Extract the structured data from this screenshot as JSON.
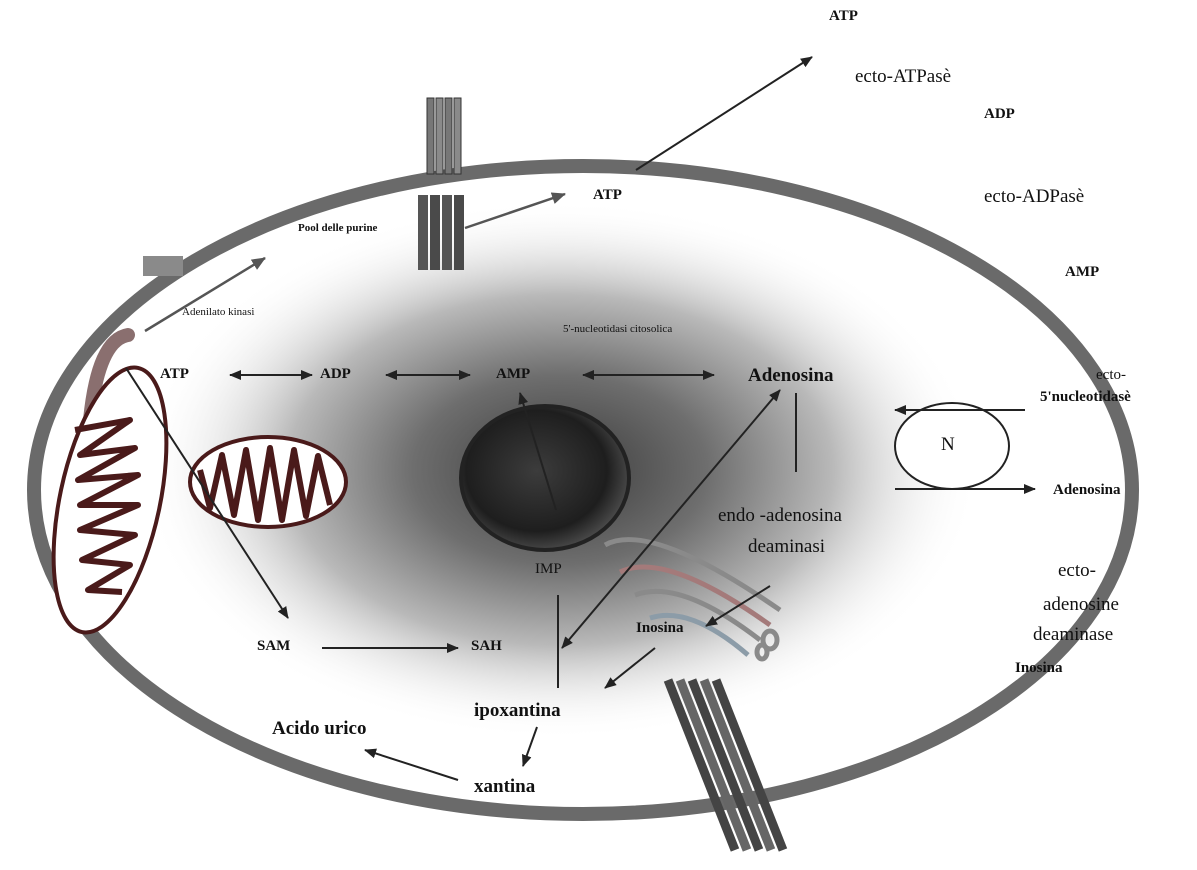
{
  "outside": {
    "atp": "ATP",
    "ecto_atpase": "ecto-ATPasè",
    "adp": "ADP",
    "ecto_adpase": "ecto-ADPasè",
    "amp": "AMP",
    "ecto_5nt_line1": "ecto-",
    "ecto_5nt_line2": "5'nucleotidasè",
    "adenosina": "Adenosina",
    "ecto_ada_line1": "ecto-",
    "ecto_ada_line2": "adenosine",
    "ecto_ada_line3": "deaminase",
    "inosina": "Inosina"
  },
  "cell": {
    "atp_released": "ATP",
    "purine_pool": "Pool delle purine",
    "adenilato_kinase": "Adenilato kinasi",
    "nucleotidase_cyto": "5'-nucleotidasi citosolica",
    "atp": "ATP",
    "adp": "ADP",
    "amp": "AMP",
    "adenosina": "Adenosina",
    "transporter_letter": "N",
    "endo_ada_line1": "endo -adenosina",
    "endo_ada_line2": "deaminasi",
    "imp": "IMP",
    "inosina": "Inosina",
    "sam": "SAM",
    "sah": "SAH",
    "ipoxantina": "ipoxantina",
    "acido_urico": "Acido urico",
    "xantina": "xantina"
  }
}
